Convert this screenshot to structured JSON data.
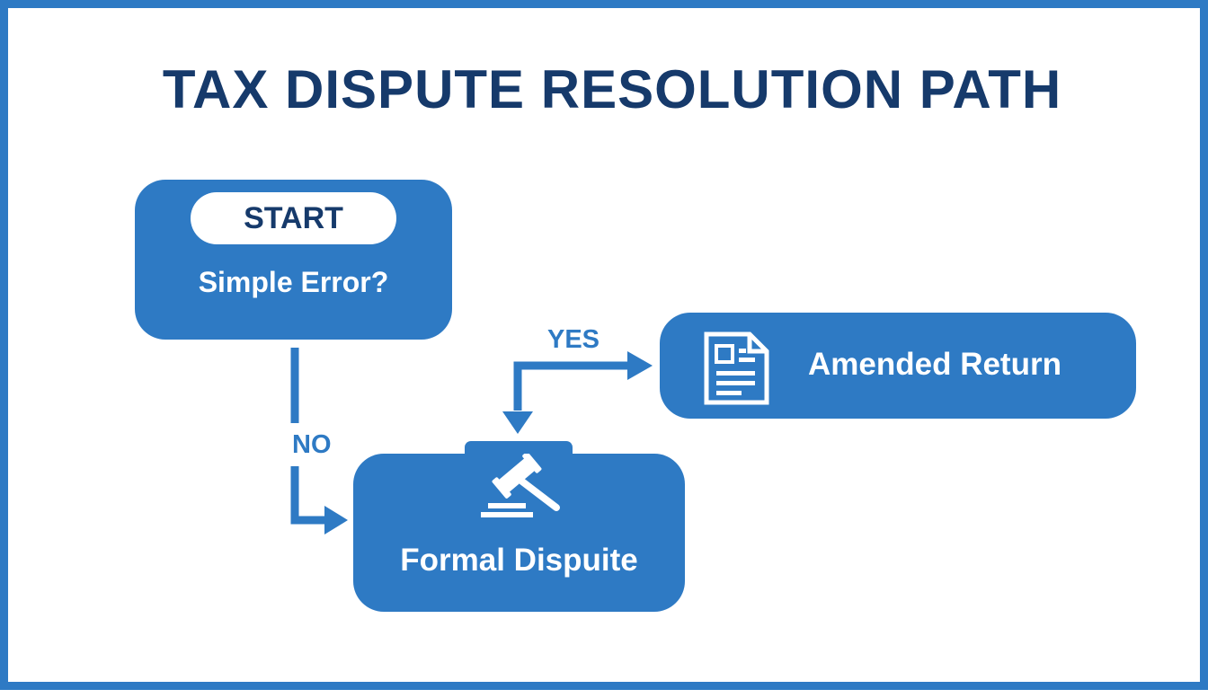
{
  "title": "TAX DISPUTE RESOLUTION PATH",
  "nodes": {
    "start": {
      "badge": "START",
      "question": "Simple Error?"
    },
    "amended": {
      "label": "Amended Return",
      "icon": "document-icon"
    },
    "formal": {
      "label": "Formal Dispuite",
      "icon": "gavel-icon"
    }
  },
  "edges": {
    "yes_label": "YES",
    "no_label": "NO"
  },
  "colors": {
    "primary": "#2e7ac4",
    "title": "#163a6b",
    "background": "#ffffff"
  }
}
